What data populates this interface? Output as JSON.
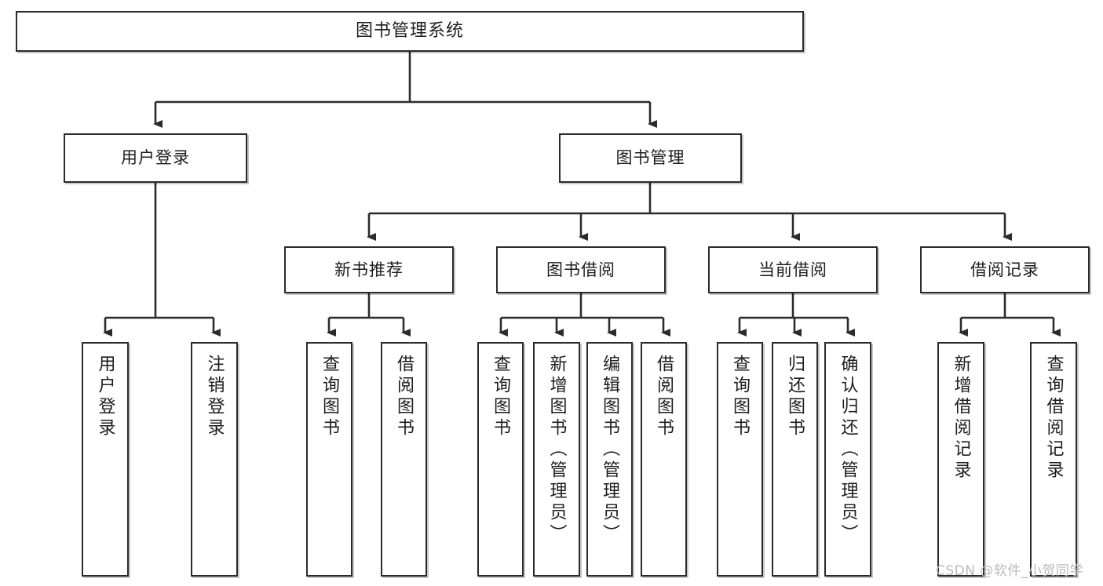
{
  "diagram": {
    "title": "图书管理系统",
    "type": "tree",
    "watermark": "CSDN @软件_小贺同学",
    "colors": {
      "box_border": "#2b2b2b",
      "box_fill": "#ffffff",
      "line": "#2b2b2b",
      "text": "#1d1d1d",
      "watermark": "#b9b9b9"
    }
  },
  "nodes": {
    "root": {
      "label": "图书管理系统"
    },
    "level2": [
      {
        "id": "user-login",
        "label": "用户登录"
      },
      {
        "id": "book-manage",
        "label": "图书管理"
      }
    ],
    "level3": [
      {
        "id": "new-book-recommend",
        "label": "新书推荐"
      },
      {
        "id": "book-borrow",
        "label": "图书借阅"
      },
      {
        "id": "current-borrow",
        "label": "当前借阅"
      },
      {
        "id": "borrow-record",
        "label": "借阅记录"
      }
    ],
    "leaves": [
      {
        "id": "leaf-user-login",
        "label": "用户登录",
        "parent": "user-login"
      },
      {
        "id": "leaf-user-logout",
        "label": "注销登录",
        "parent": "user-login"
      },
      {
        "id": "leaf-query-book-1",
        "label": "查询图书",
        "parent": "new-book-recommend"
      },
      {
        "id": "leaf-borrow-book-1",
        "label": "借阅图书",
        "parent": "new-book-recommend"
      },
      {
        "id": "leaf-query-book-2",
        "label": "查询图书",
        "parent": "book-borrow"
      },
      {
        "id": "leaf-add-book-admin",
        "label": "新增图书（管理员）",
        "parent": "book-borrow"
      },
      {
        "id": "leaf-edit-book-admin",
        "label": "编辑图书（管理员）",
        "parent": "book-borrow"
      },
      {
        "id": "leaf-borrow-book-2",
        "label": "借阅图书",
        "parent": "book-borrow"
      },
      {
        "id": "leaf-query-book-3",
        "label": "查询图书",
        "parent": "current-borrow"
      },
      {
        "id": "leaf-return-book",
        "label": "归还图书",
        "parent": "current-borrow"
      },
      {
        "id": "leaf-confirm-return-admin",
        "label": "确认归还（管理员）",
        "parent": "current-borrow"
      },
      {
        "id": "leaf-add-borrow-record",
        "label": "新增借阅记录",
        "parent": "borrow-record"
      },
      {
        "id": "leaf-query-borrow-record",
        "label": "查询借阅记录",
        "parent": "borrow-record"
      }
    ]
  }
}
